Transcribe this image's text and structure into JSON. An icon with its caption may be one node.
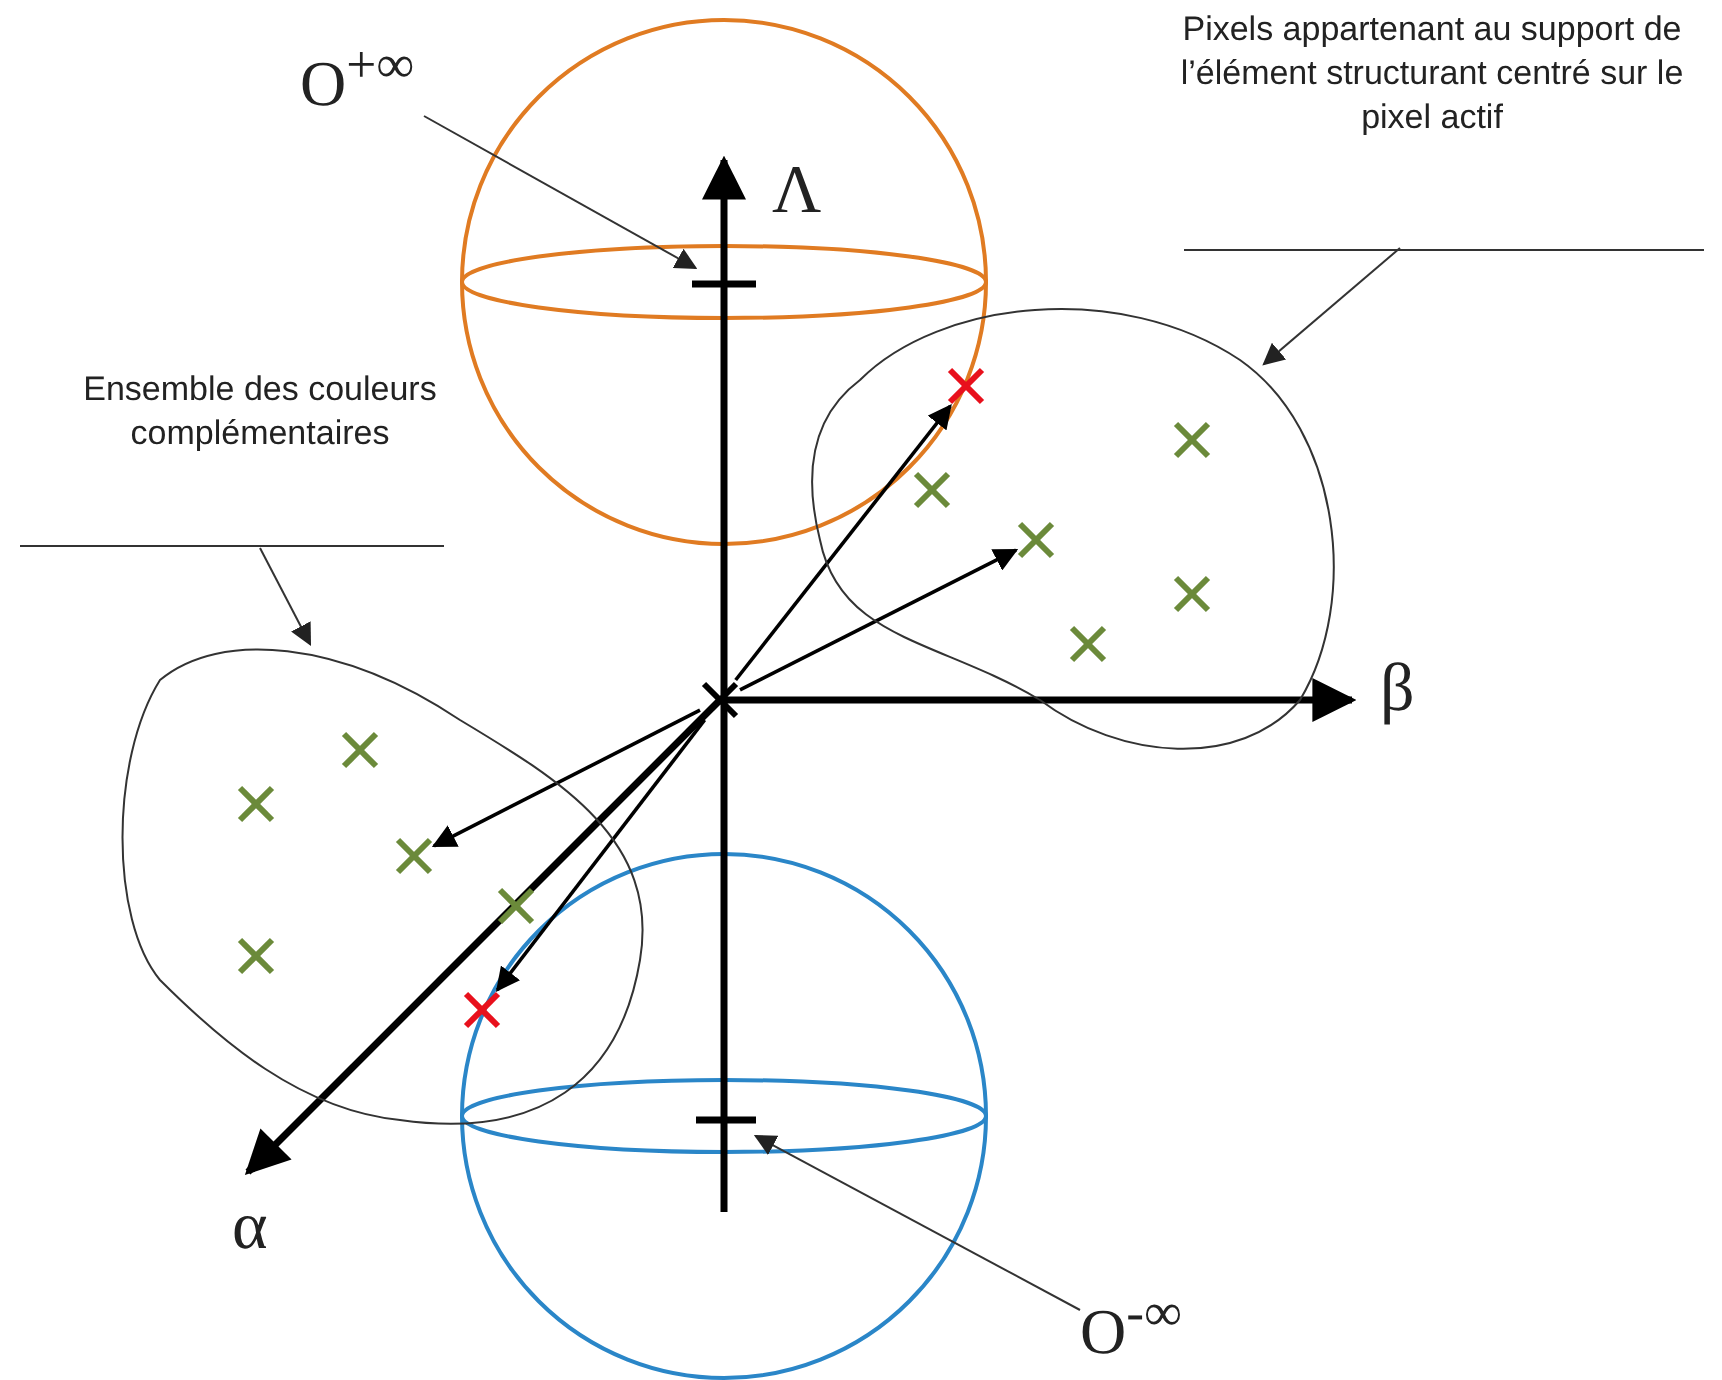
{
  "diagram": {
    "nodes": [
      {
        "text": [
          "O$^{+∞}$"
        ]
      },
      {
        "text": [],
        "shape": "bar"
      },
      {
        "text": [
          "Pixels appartenant au support de l’élément structurant centré sur le pixel actif"
        ]
      },
      {
        "text": [],
        "shape": "cloud"
      },
      {
        "text": [
          "Ensemble des couleurs complémentaires"
        ]
      },
      {
        "text": [],
        "shape": "cloud"
      },
      {
        "text": [
          "O$^{-∞}$"
        ]
      },
      {
        "text": [],
        "shape": "bar"
      },
      {
        "text": [],
        "shape": "cross"
      },
      {
        "text": [],
        "shape": "cross",
        "in": 3
      },
      {
        "text": [],
        "shape": "cross",
        "in": 3
      },
      {
        "text": [],
        "shape": "cross",
        "in": 5
      },
      {
        "text": [],
        "shape": "cross",
        "in": 5
      }
    ],
    "edges": [
      {
        "from": 0,
        "to": 1,
        "arrow": "to"
      },
      {
        "from": 2,
        "to": 3,
        "arrow": "to"
      },
      {
        "from": 4,
        "to": 5,
        "arrow": "to"
      },
      {
        "from": 6,
        "to": 7,
        "arrow": "to"
      },
      {
        "from": 8,
        "to": 9,
        "arrow": "to"
      },
      {
        "from": 8,
        "to": 10,
        "arrow": "to"
      },
      {
        "from": 8,
        "to": 11,
        "arrow": "to"
      },
      {
        "from": 8,
        "to": 12,
        "arrow": "to"
      }
    ],
    "labels": [
      "Λ",
      "β",
      "α"
    ]
  }
}
